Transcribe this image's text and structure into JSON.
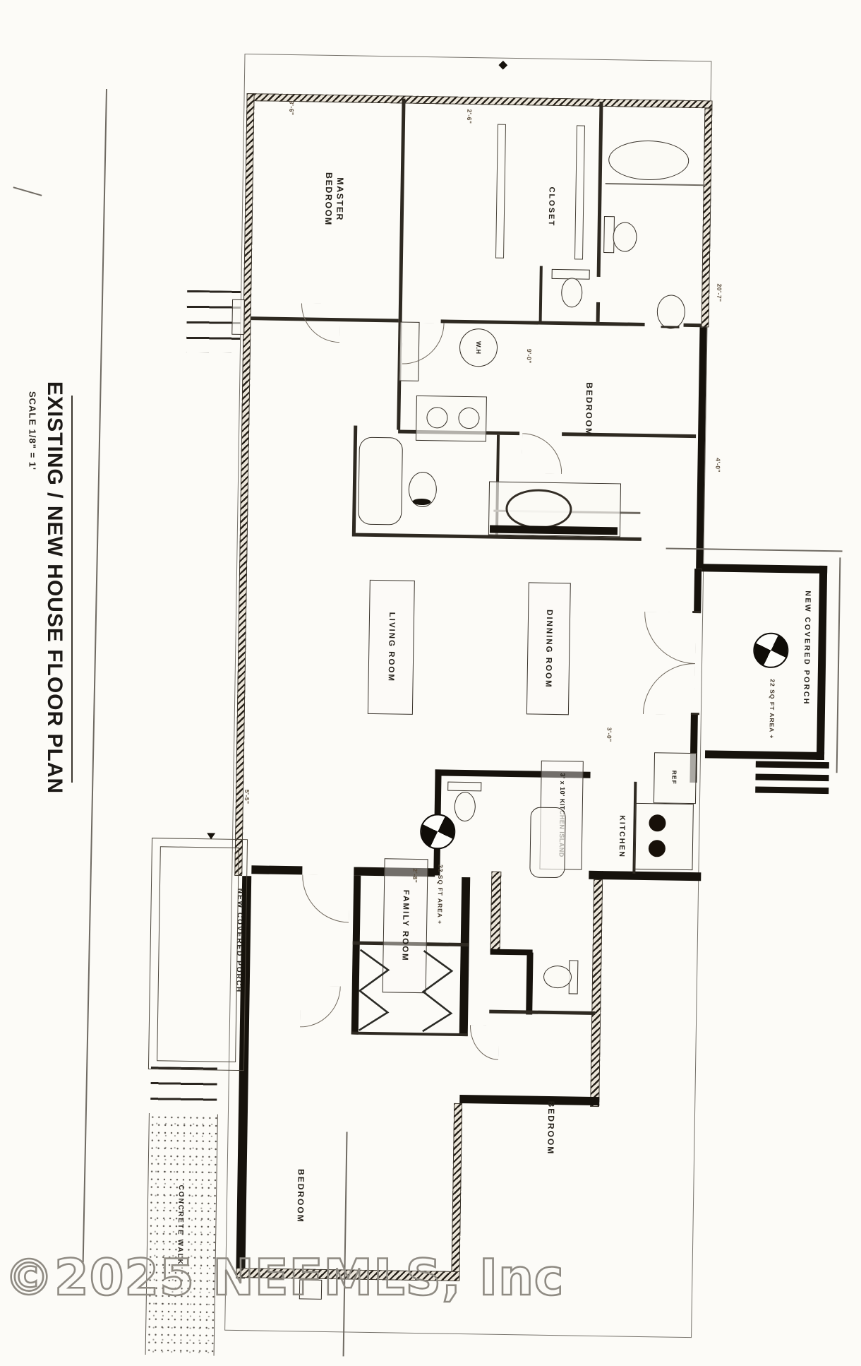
{
  "page": {
    "watermark": "©2025 NEFMLS, Inc"
  },
  "title_block": {
    "title": "EXISTING / NEW HOUSE FLOOR PLAN",
    "scale": "SCALE 1/8\" = 1'"
  },
  "rooms": {
    "master_bedroom": "MASTER BEDROOM",
    "closet": "CLOSET",
    "bedroom_center": "BEDROOM",
    "living_room": "LIVING ROOM",
    "dining_room": "DINNING ROOM",
    "kitchen": "KITCHEN",
    "kitchen_island": "3' x 10' KITCHEN ISLAND",
    "family_room": "FAMILY ROOM",
    "bedroom_bottom_left": "BEDROOM",
    "bedroom_bottom_right": "BEDROOM",
    "porch_right": "NEW COVERED PORCH",
    "porch_left": "NEW COVERED PORCH"
  },
  "fixtures": {
    "water_heater": "W.H",
    "refrigerator": "REF"
  },
  "annotations": {
    "porch_right_note": "22 SQ FT AREA +",
    "family_room_note": "22 SQ FT AREA +",
    "concrete_walk": "CONCRETE WALK"
  },
  "dimensions": {
    "d1": "3'-6\"",
    "d2": "2'-6\"",
    "d3": "20'-7\"",
    "d4": "4'-0\"",
    "d5": "3'-0\"",
    "d6": "2'-8\"",
    "d7": "5'-5\"",
    "d8": "9'-0\""
  }
}
